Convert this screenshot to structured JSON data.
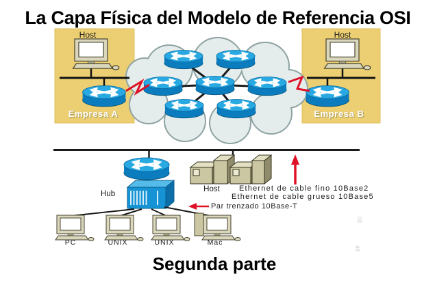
{
  "title": "La Capa Física del Modelo de Referencia OSI",
  "subtitle": "Segunda parte",
  "wan": {
    "empresa_a": {
      "host": "Host",
      "label": "Empresa A"
    },
    "empresa_b": {
      "host": "Host",
      "label": "Empresa B"
    },
    "cloud_router_count": 7
  },
  "lan": {
    "hub": "Hub",
    "host": "Host",
    "cable_labels": {
      "thin": "Ethernet de cable fino 10Base2",
      "thick": "Ethernet de cable grueso 10Base5",
      "twisted_pair": "Par trenzado 10Base-T"
    },
    "computers": [
      "PC",
      "UNIX",
      "UNIX",
      "Mac"
    ]
  },
  "side_marks": [
    "00",
    "49"
  ],
  "colors": {
    "router_top": "#29A9E2",
    "router_body": "#0B7CBE",
    "hub_front": "#1693D4",
    "empresa_box": "#ECCF72",
    "cloud_fill": "#E5EDEC",
    "cloud_edge": "#8FA3A3",
    "beige_equipment": "#CBC7A3",
    "accent_red": "#DE1126"
  }
}
